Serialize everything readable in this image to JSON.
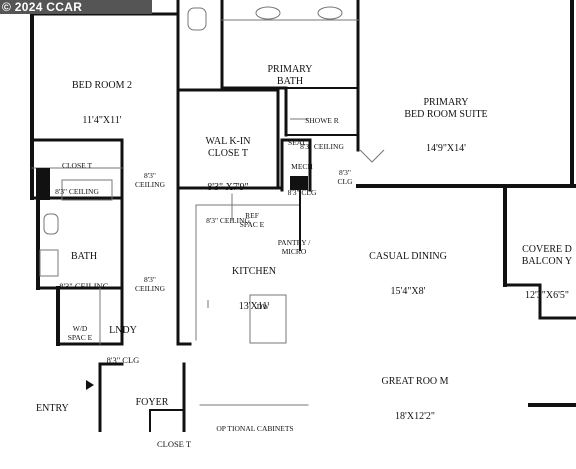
{
  "watermark": "© 2024 CCAR",
  "rooms": {
    "bedroom2": {
      "name": "BED ROOM 2",
      "dims": "11'4\"X11'"
    },
    "primary_bath": {
      "name": "PRIMARY\nBATH"
    },
    "primary_suite": {
      "name": "PRIMARY\nBED ROOM SUITE",
      "dims": "14'9\"X14'"
    },
    "walkin": {
      "name": "WAL K-IN\nCLOSE T",
      "dims": "8'3\" X7'9\"",
      "ceiling": "8'3\" CEILING"
    },
    "shower": {
      "name": "SHOWE R",
      "ceiling": "8'3\" CEILING"
    },
    "seat": {
      "name": "SEAT"
    },
    "closet_bed2": {
      "name": "CLOSE T",
      "ceiling": "8'3\" CEILING"
    },
    "hall_ceiling_upper": {
      "text": "8'3\"\nCEILING"
    },
    "mech": {
      "name": "MECH",
      "ceiling": "8'3\" CLG"
    },
    "mech_right": {
      "text": "8'3\"\nCLG"
    },
    "ref": {
      "name": "REF\nSPAC E"
    },
    "pantry": {
      "name": "PANTRY /\nMICRO"
    },
    "casual_dining": {
      "name": "CASUAL DINING",
      "dims": "15'4\"X8'"
    },
    "covered_balcony": {
      "name": "COVERE D\nBALCON Y",
      "dims": "12'3\"X6'5\""
    },
    "bath": {
      "name": "BATH",
      "ceiling": "8'3\" CEILING"
    },
    "hall_ceiling_lower": {
      "text": "8'3\"\nCEILING"
    },
    "kitchen": {
      "name": "KITCHEN",
      "dims": "13'X11'"
    },
    "dw": {
      "name": "DW"
    },
    "wd": {
      "name": "W/D\nSPAC E"
    },
    "lndy": {
      "name": "LNDY",
      "ceiling": "8'3\" CLG"
    },
    "foyer": {
      "name": "FOYER"
    },
    "entry": {
      "name": "ENTRY"
    },
    "great_room": {
      "name": "GREAT ROO M",
      "dims": "18'X12'2\""
    },
    "optional_cabinets": {
      "name": "OP TIONAL CABINETS"
    },
    "closet_bottom": {
      "name": "CLOSE T"
    }
  },
  "colors": {
    "wall": "#111111",
    "thin_line": "#777777",
    "watermark_bg": "#555555"
  }
}
